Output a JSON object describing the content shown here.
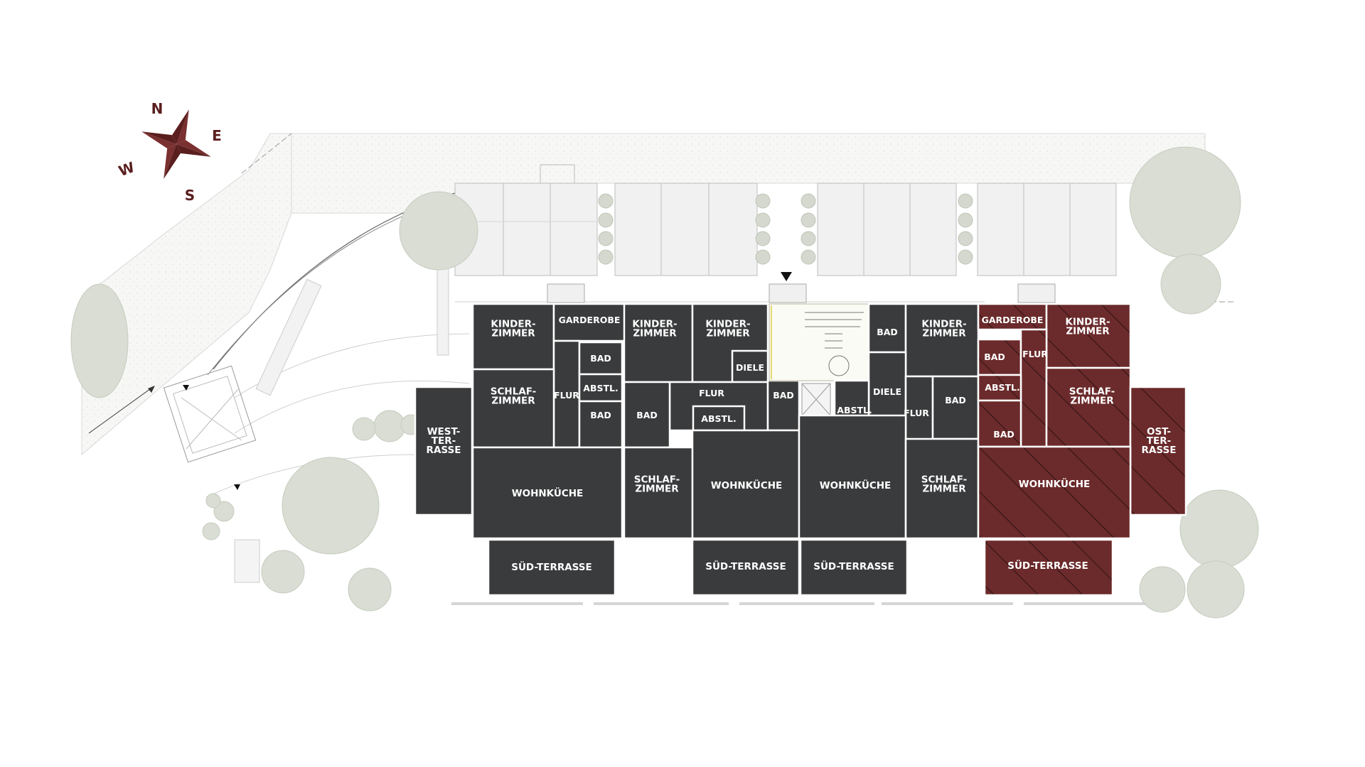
{
  "compass": {
    "north": "N",
    "east": "E",
    "south": "S",
    "west": "W"
  },
  "colors": {
    "unit_dark": "#3a3b3c",
    "unit_highlight": "#6b2a2b",
    "wall": "#ffffff",
    "tree": "#d9ddd3",
    "site_line": "#c9c9c9",
    "compass": "#6b2a2b"
  },
  "rooms": {
    "a_kinder": "KINDER-|ZIMMER",
    "a_garderobe": "GARDEROBE",
    "a_bad1": "BAD",
    "a_abstl": "ABSTL.",
    "a_bad2": "BAD",
    "a_flur": "FLUR",
    "a_schlaf": "SCHLAF-|ZIMMER",
    "a_westterrasse": "WEST-|TER-|RASSE",
    "a_wohnkueche": "WOHNKÜCHE",
    "a_sued": "SÜD-TERRASSE",
    "b_kinder1": "KINDER-|ZIMMER",
    "b_kinder2": "KINDER-|ZIMMER",
    "b_diele": "DIELE",
    "b_flur": "FLUR",
    "b_bad1": "BAD",
    "b_abstl": "ABSTL.",
    "b_bad2": "BAD",
    "b_schlaf": "SCHLAF-|ZIMMER",
    "b_wohnkueche": "WOHNKÜCHE",
    "b_sued": "SÜD-TERRASSE",
    "c_bad1": "BAD",
    "c_kinder": "KINDER-|ZIMMER",
    "c_diele": "DIELE",
    "c_abstl": "ABSTL.",
    "c_flur": "FLUR",
    "c_bad2": "BAD",
    "c_wohnkueche": "WOHNKÜCHE",
    "c_schlaf": "SCHLAF-|ZIMMER",
    "c_sued": "SÜD-TERRASSE",
    "d_garderobe": "GARDEROBE",
    "d_kinder": "KINDER-|ZIMMER",
    "d_bad1": "BAD",
    "d_flur": "FLUR",
    "d_abstl": "ABSTL.",
    "d_schlaf": "SCHLAF-|ZIMMER",
    "d_bad2": "BAD",
    "d_wohnkueche": "WOHNKÜCHE",
    "d_ostterrasse": "OST-|TER-|RASSE",
    "d_sued": "SÜD-TERRASSE"
  }
}
